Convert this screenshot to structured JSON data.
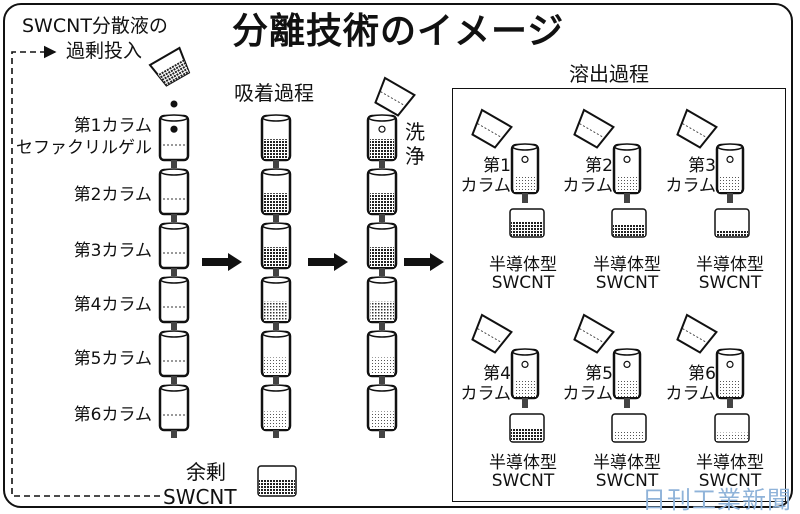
{
  "title": "分離技術のイメージ",
  "input_label": {
    "line1": "SWCNT分散液の",
    "line2": "過剰投入"
  },
  "initial_columns": {
    "gel_label": "セファクリルゲル",
    "columns": [
      "第1カラム",
      "第2カラム",
      "第3カラム",
      "第4カラム",
      "第5カラム",
      "第6カラム"
    ]
  },
  "adsorption": {
    "label": "吸着過程"
  },
  "washing": {
    "label_line1": "洗",
    "label_line2": "浄"
  },
  "surplus": {
    "line1": "余剰",
    "line2": "SWCNT"
  },
  "elution": {
    "label": "溶出過程",
    "columns": [
      {
        "num": "第1",
        "unit": "カラム",
        "product_line1": "半導体型",
        "product_line2": "SWCNT",
        "yield": "high"
      },
      {
        "num": "第2",
        "unit": "カラム",
        "product_line1": "半導体型",
        "product_line2": "SWCNT",
        "yield": "medium"
      },
      {
        "num": "第3",
        "unit": "カラム",
        "product_line1": "半導体型",
        "product_line2": "SWCNT",
        "yield": "low"
      },
      {
        "num": "第4",
        "unit": "カラム",
        "product_line1": "半導体型",
        "product_line2": "SWCNT",
        "yield": "medium"
      },
      {
        "num": "第5",
        "unit": "カラム",
        "product_line1": "半導体型",
        "product_line2": "SWCNT",
        "yield": "low"
      },
      {
        "num": "第6",
        "unit": "カラム",
        "product_line1": "半導体型",
        "product_line2": "SWCNT",
        "yield": "low"
      }
    ]
  },
  "watermark": "日刊工業新聞",
  "colors": {
    "ink": "#111111",
    "watermark": "#8fb3d9"
  }
}
